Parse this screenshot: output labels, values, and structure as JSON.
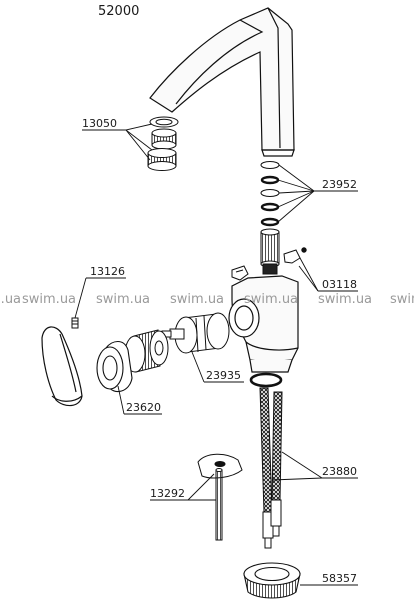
{
  "title": "52000",
  "watermark": "swim.ua",
  "parts": {
    "p13050": "13050",
    "p23952": "23952",
    "p13126": "13126",
    "p03118": "03118",
    "p23935": "23935",
    "p23620": "23620",
    "p23880": "23880",
    "p13292": "13292",
    "p58357": "58357"
  }
}
